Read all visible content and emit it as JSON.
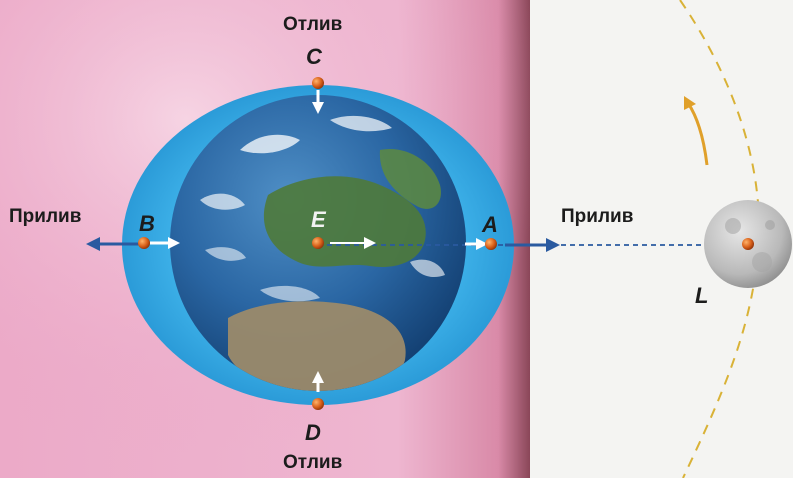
{
  "labels": {
    "top_low_tide": "Отлив",
    "bottom_low_tide": "Отлив",
    "left_high_tide": "Прилив",
    "right_high_tide": "Прилив"
  },
  "points": {
    "a": "A",
    "b": "B",
    "c": "C",
    "d": "D",
    "e": "E",
    "l": "L"
  },
  "colors": {
    "pink_panel": "#eeb4cf",
    "ocean_bulge": "#2fa5e0",
    "earth_blue": "#1f5f9a",
    "point_marker": "#d9641a",
    "orbit": "#d9b237",
    "moon": "#bcbcbc",
    "line": "#2a5aa0"
  },
  "icons": {
    "earth": "earth-globe",
    "moon": "moon-sphere",
    "orbit_direction": "curved-arrow"
  }
}
